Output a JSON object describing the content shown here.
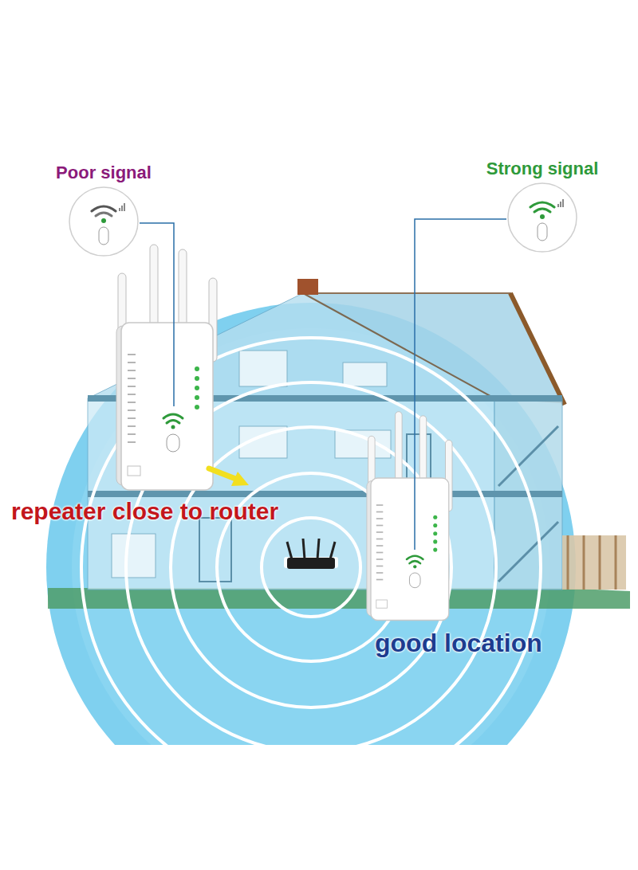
{
  "diagram": {
    "nodes": [
      {
        "text": [
          "Poor signal"
        ]
      },
      {
        "text": [
          "Strong signal"
        ]
      }
    ],
    "labels": [
      "repeater close to router",
      "good location"
    ]
  }
}
